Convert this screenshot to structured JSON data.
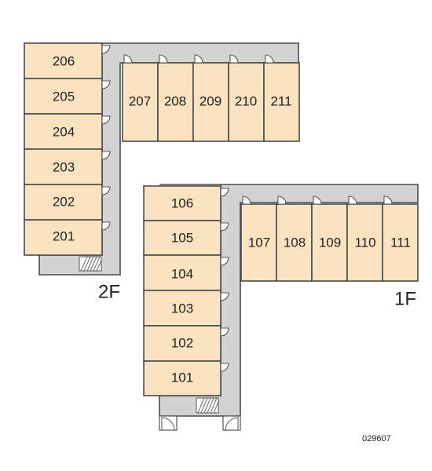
{
  "floors": [
    {
      "label": "2F",
      "left_units": [
        "206",
        "205",
        "204",
        "203",
        "202",
        "201"
      ],
      "top_units": [
        "207",
        "208",
        "209",
        "210",
        "211"
      ]
    },
    {
      "label": "1F",
      "left_units": [
        "106",
        "105",
        "104",
        "103",
        "102",
        "101"
      ],
      "top_units": [
        "107",
        "108",
        "109",
        "110",
        "111"
      ]
    }
  ],
  "image_code": "029607"
}
